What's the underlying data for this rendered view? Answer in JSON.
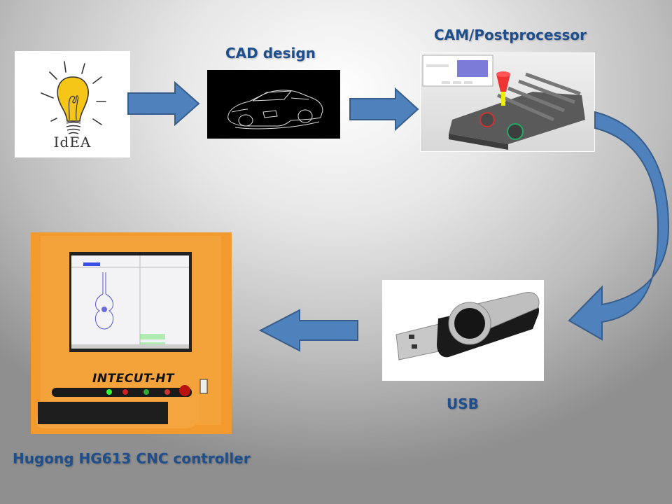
{
  "colors": {
    "label_blue": "#1f4e8c",
    "arrow_fill": "#4f81bd",
    "arrow_stroke": "#385d8a",
    "controller_orange": "#f29a2e",
    "bulb_yellow": "#f5c518"
  },
  "steps": [
    {
      "id": "idea",
      "label": "",
      "image_text": "IdEA",
      "icon": "lightbulb-icon"
    },
    {
      "id": "cad",
      "label": "CAD design",
      "icon": "car-sketch-icon"
    },
    {
      "id": "cam",
      "label": "CAM/Postprocessor",
      "icon": "cam-toolpath-icon"
    },
    {
      "id": "usb",
      "label": "USB",
      "icon": "usb-drive-icon"
    },
    {
      "id": "controller",
      "label": "Hugong HG613 CNC controller",
      "brand_text": "INTECUT-HT",
      "icon": "cnc-controller-icon"
    }
  ],
  "arrows": [
    "arrow-right",
    "arrow-right",
    "arrow-curved-down",
    "arrow-left"
  ]
}
